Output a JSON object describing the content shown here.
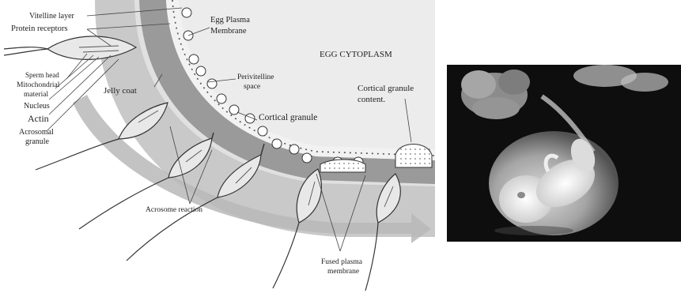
{
  "diagram": {
    "labels": {
      "vitelline_layer": "Vitelline layer",
      "protein_receptors": "Protein receptors",
      "egg_plasma_membrane_1": "Egg Plasma",
      "egg_plasma_membrane_2": "Membrane",
      "egg_cytoplasm": "EGG CYTOPLASM",
      "sperm_head": "Sperm head",
      "mitochondrial_1": "Mitochondrial",
      "mitochondrial_2": "material",
      "nucleus": "Nucleus",
      "actin": "Actin",
      "acrosomal_1": "Acrosomal",
      "acrosomal_2": "granule",
      "jelly_coat": "Jelly coat",
      "perivitelline_1": "Perivitelline",
      "perivitelline_2": "space",
      "cortical_granule": "Cortical granule",
      "cortical_content_1": "Cortical granule",
      "cortical_content_2": "content.",
      "acrosome_reaction": "Acrosome reaction",
      "fused_plasma_1": "Fused plasma",
      "fused_plasma_2": "membrane"
    }
  },
  "photo": {
    "subject": "human embryo in amniotic sac",
    "colors": {
      "background": "#0e0e0e",
      "sac": "#cfcfcf"
    }
  }
}
